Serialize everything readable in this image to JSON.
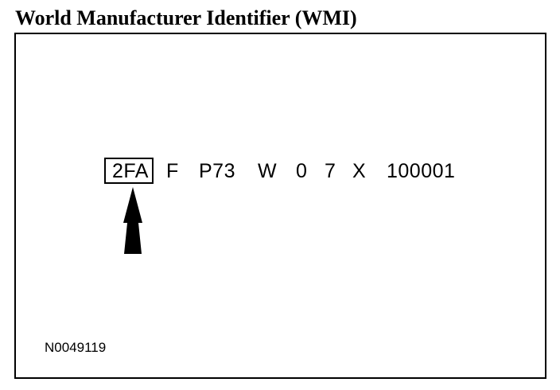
{
  "title": "World Manufacturer Identifier (WMI)",
  "vin_segments": [
    "2FA",
    "F",
    "P73",
    "W",
    "0",
    "7",
    "X",
    "100001"
  ],
  "highlighted_segment": "2FA",
  "figure_code": "N0049119"
}
